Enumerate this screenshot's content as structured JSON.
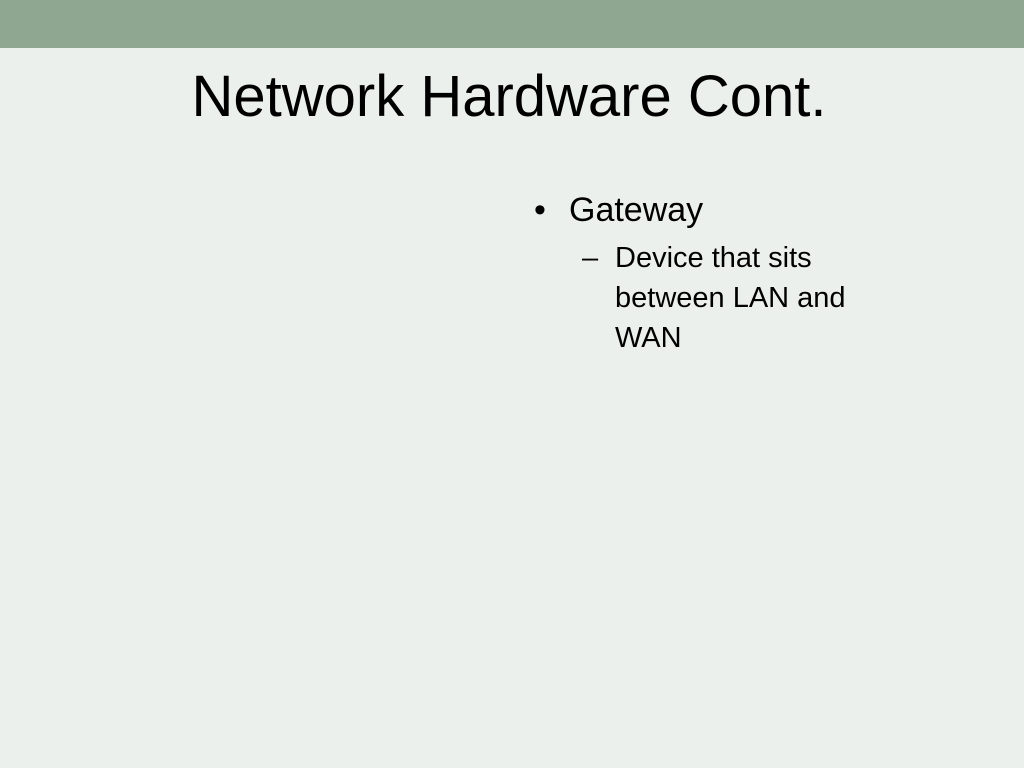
{
  "slide": {
    "title": "Network Hardware Cont.",
    "bullets": [
      {
        "marker": "•",
        "text": "Gateway",
        "sub": [
          {
            "marker": "–",
            "text": "Device that sits between LAN and WAN"
          }
        ]
      }
    ]
  },
  "colors": {
    "background": "#ecf0ed",
    "top_bar": "#8fa691",
    "text": "#000000"
  }
}
